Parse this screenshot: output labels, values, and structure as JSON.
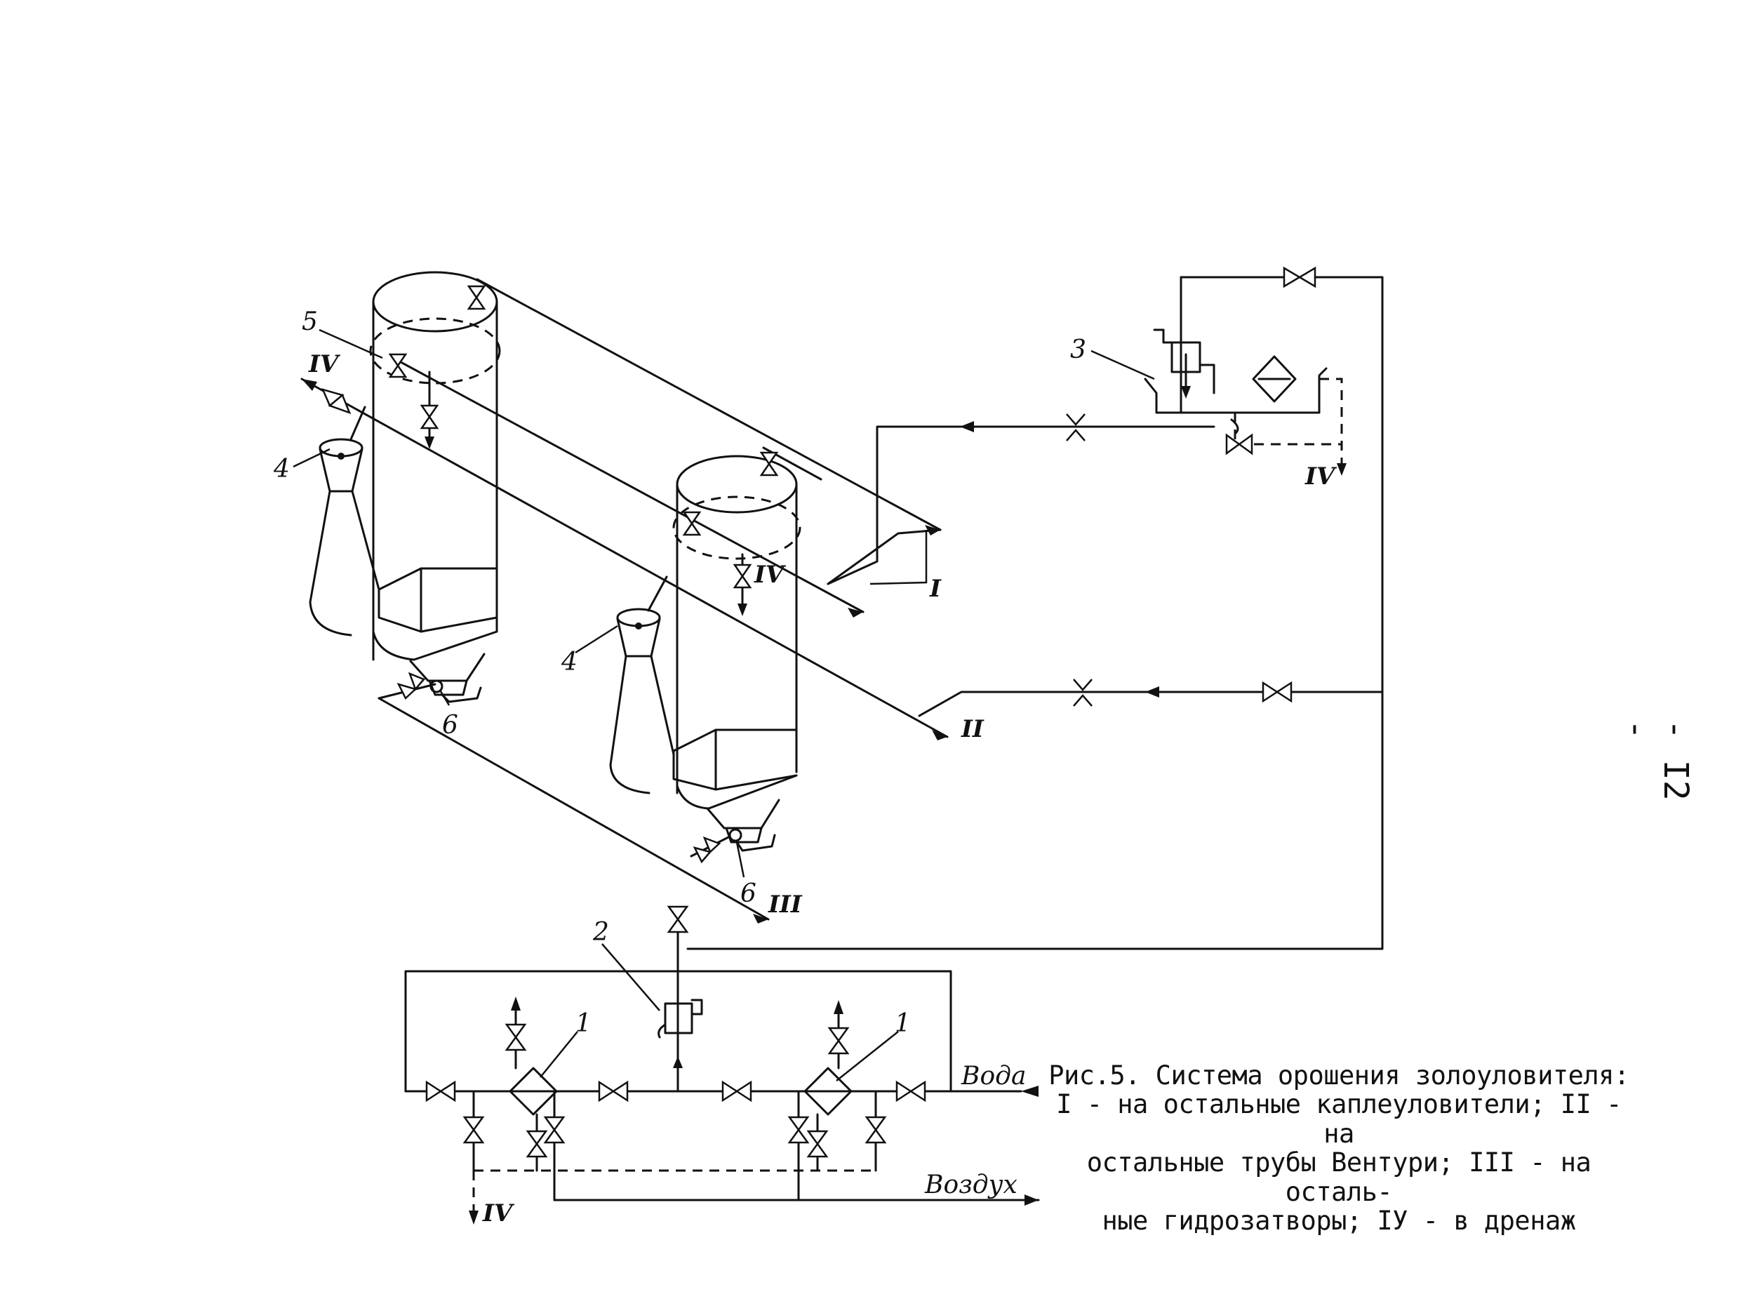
{
  "figure": {
    "caption_title": "Рис.5. Система орошения золоуловителя:",
    "caption_lines": [
      "I - на остальные каплеуловители; II - на",
      "остальные трубы Вентури; III - на осталь-",
      "ные гидрозатворы; IУ - в дренаж"
    ],
    "page_number": "- I2 -"
  },
  "labels": {
    "pos1": "1",
    "pos2": "2",
    "pos3": "3",
    "pos4": "4",
    "pos5": "5",
    "pos6": "6",
    "water": "Вода",
    "air": "Воздух",
    "r1": "I",
    "r2": "II",
    "r3": "III",
    "r4": "IV"
  },
  "colors": {
    "ink": "#111111",
    "paper": "#ffffff"
  }
}
